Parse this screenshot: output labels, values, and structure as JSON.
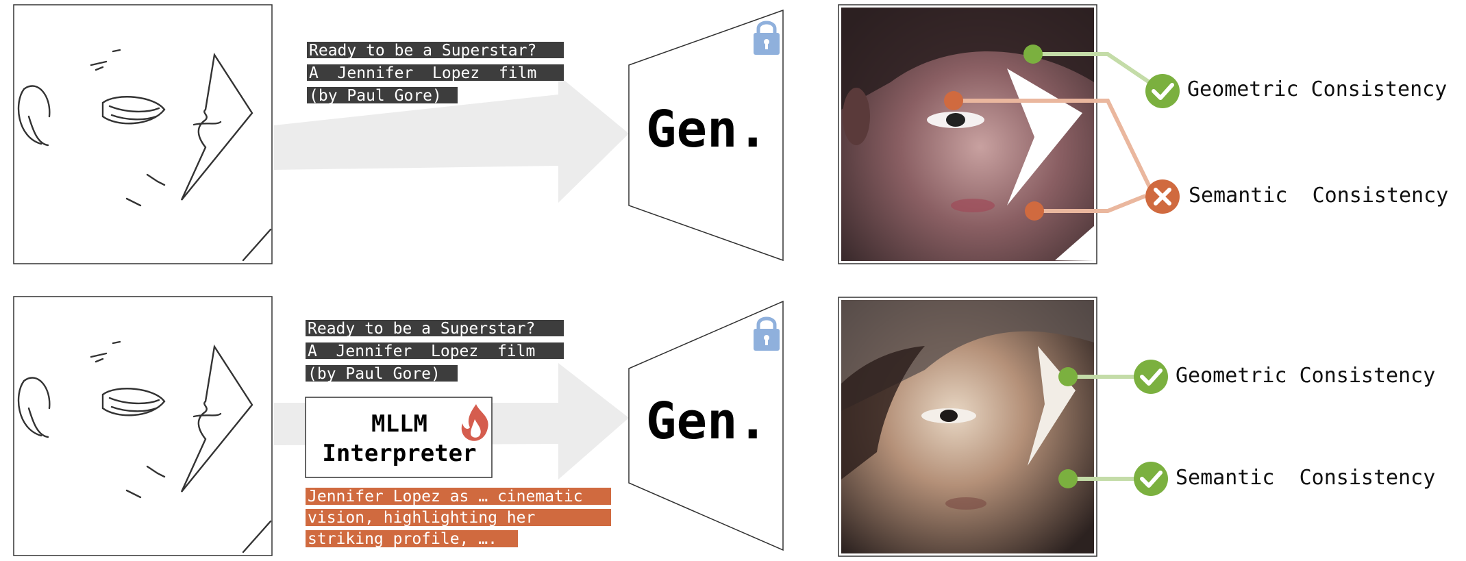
{
  "rows": [
    {
      "prompt_lines": [
        "Ready to be a Superstar?",
        "A  Jennifer  Lopez  film",
        "(by Paul Gore)"
      ],
      "generator_label": "Gen.",
      "checks": [
        {
          "label": "Geometric Consistency",
          "status": "pass"
        },
        {
          "label": "Semantic  Consistency",
          "status": "fail"
        }
      ]
    },
    {
      "prompt_lines": [
        "Ready to be a Superstar?",
        "A  Jennifer  Lopez  film",
        "(by Paul Gore)"
      ],
      "interpreter_label_lines": [
        "MLLM",
        "Interpreter"
      ],
      "interpreted_prompt_lines": [
        "Jennifer Lopez as … cinematic",
        "vision, highlighting her",
        "striking profile, …."
      ],
      "generator_label": "Gen.",
      "checks": [
        {
          "label": "Geometric Consistency",
          "status": "pass"
        },
        {
          "label": "Semantic  Consistency",
          "status": "pass"
        }
      ]
    }
  ],
  "icons": {
    "generator_frozen": "lock-icon",
    "interpreter_trainable": "flame-icon",
    "pass": "check-circle-icon",
    "fail": "cross-circle-icon"
  },
  "colors": {
    "pass": "#7bb03f",
    "pass_line": "#c4dca8",
    "fail": "#d06a3f",
    "fail_line": "#eab79e",
    "lock": "#8fb0dc",
    "flame": "#d55d4e",
    "prompt_bg": "#3d3d3d",
    "interpreted_bg": "#d06a3f",
    "arrow": "#ececec"
  }
}
